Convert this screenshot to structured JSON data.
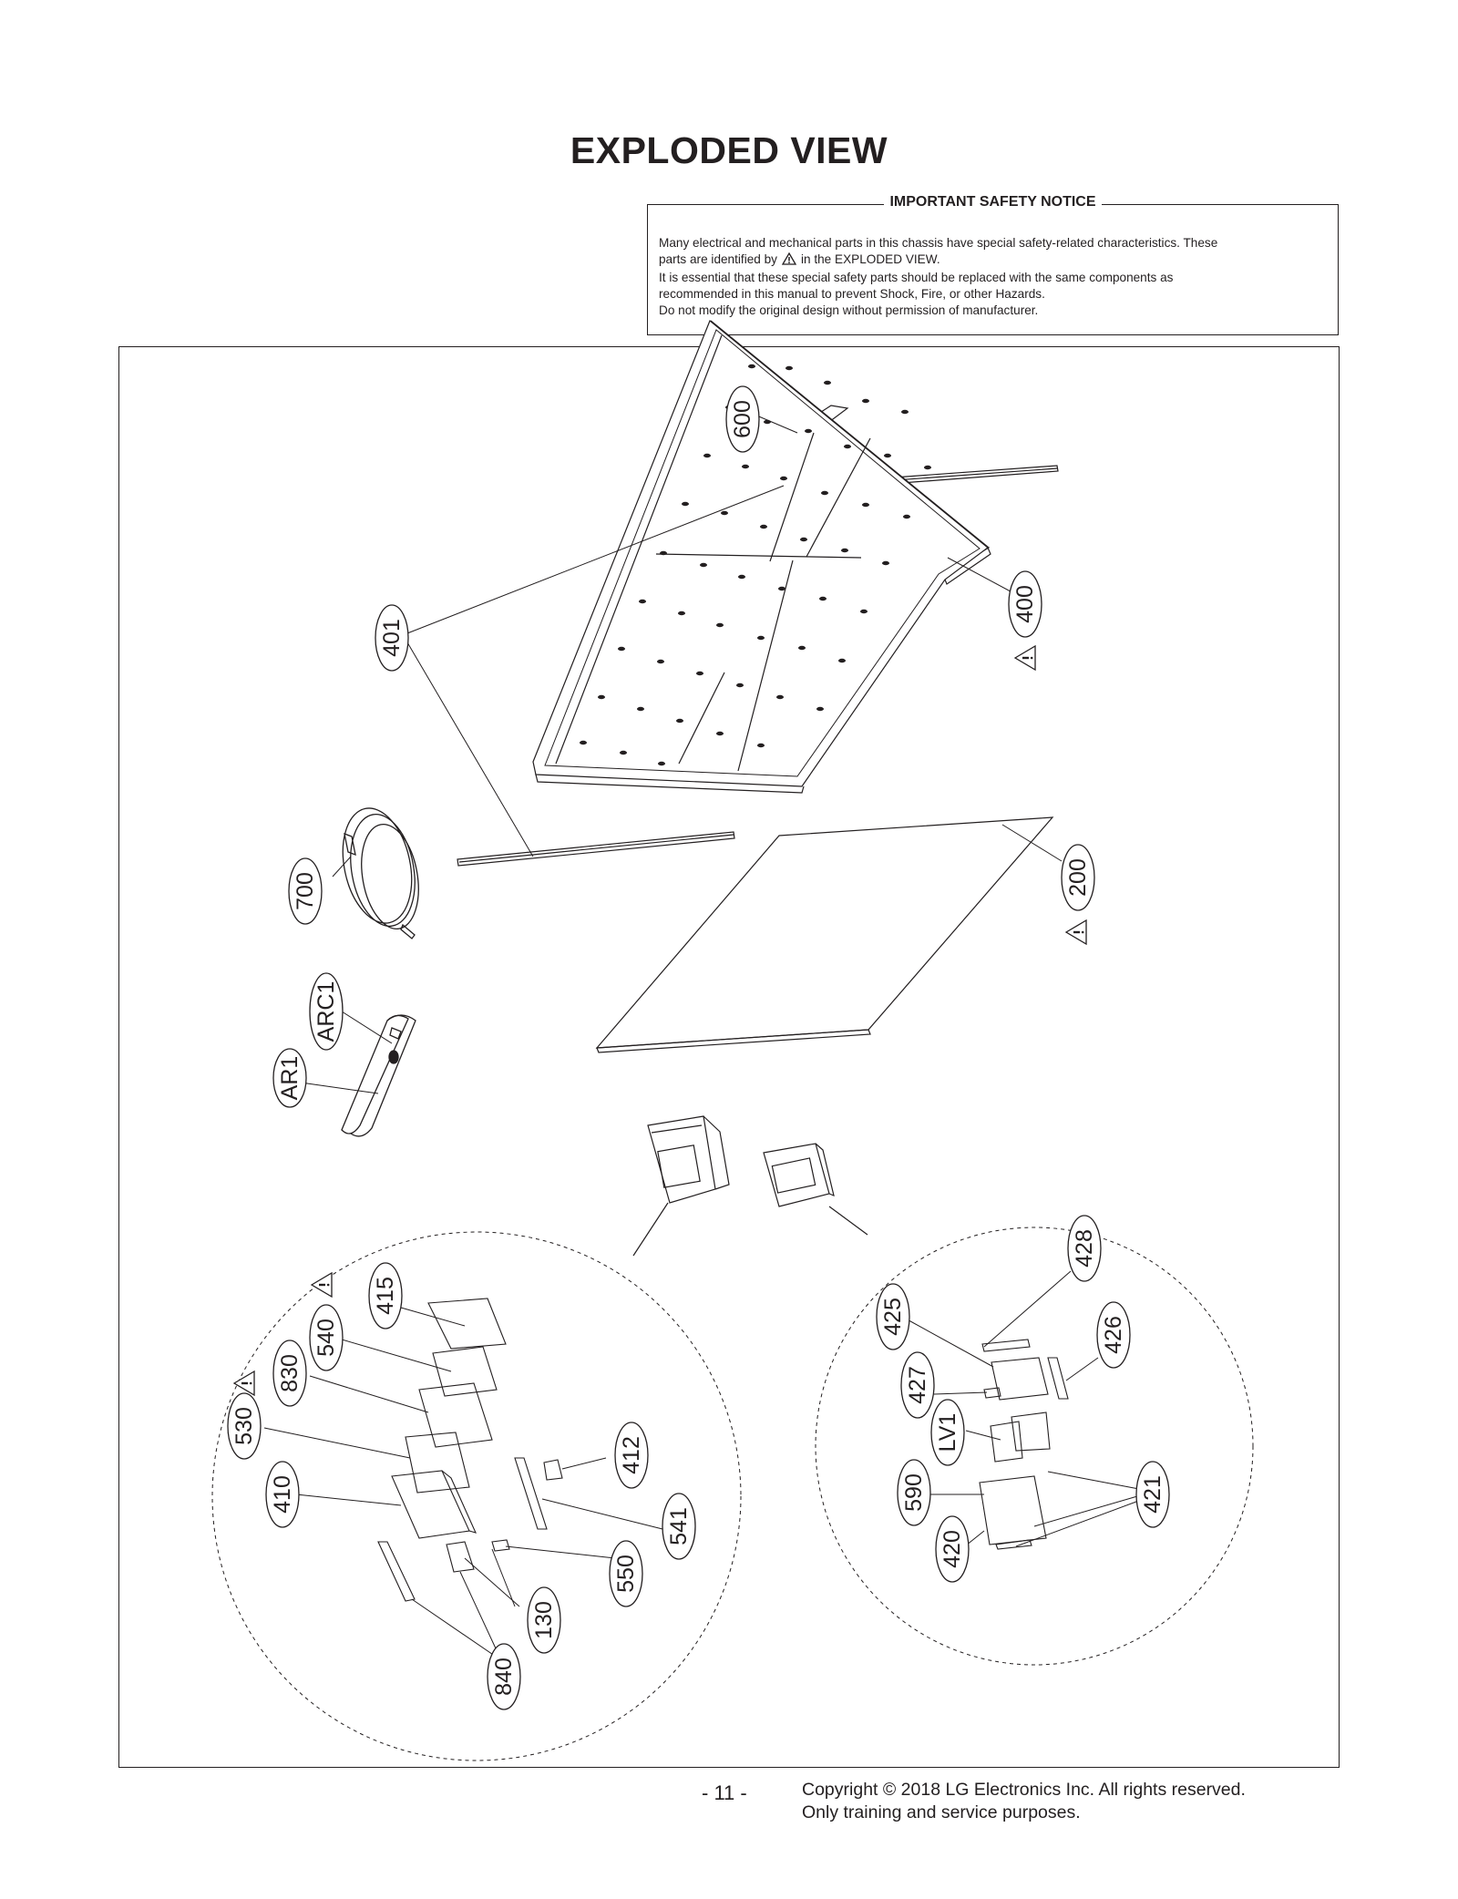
{
  "page": {
    "title": "EXPLODED VIEW",
    "page_number": "- 11 -",
    "copyright_line1": "Copyright © 2018 LG Electronics Inc. All rights reserved.",
    "copyright_line2": "Only training and service purposes."
  },
  "notice": {
    "title": "IMPORTANT SAFETY NOTICE",
    "line1": "Many electrical and mechanical parts in this chassis have special safety-related characteristics. These",
    "line2a": "parts are identified by",
    "line2b": "in the EXPLODED VIEW.",
    "line3": "It is essential that these special safety parts should be replaced with the same components as",
    "line4": "recommended in this manual to prevent Shock, Fire, or other Hazards.",
    "line5": "Do not modify the original design without permission of manufacturer.",
    "warning_icon": "warning-triangle-icon"
  },
  "callouts": {
    "p600": "600",
    "p401": "401",
    "p400": "400",
    "p700": "700",
    "p200": "200",
    "pARC1": "ARC1",
    "pAR1": "AR1",
    "p415": "415",
    "p540": "540",
    "p830": "830",
    "p530": "530",
    "p410": "410",
    "p412": "412",
    "p541": "541",
    "p550": "550",
    "p130": "130",
    "p840": "840",
    "p428": "428",
    "p425": "425",
    "p426": "426",
    "p427": "427",
    "pLV1": "LV1",
    "p590": "590",
    "p421": "421",
    "p420": "420"
  },
  "safety_marked_parts": [
    "400",
    "200",
    "415",
    "530"
  ]
}
